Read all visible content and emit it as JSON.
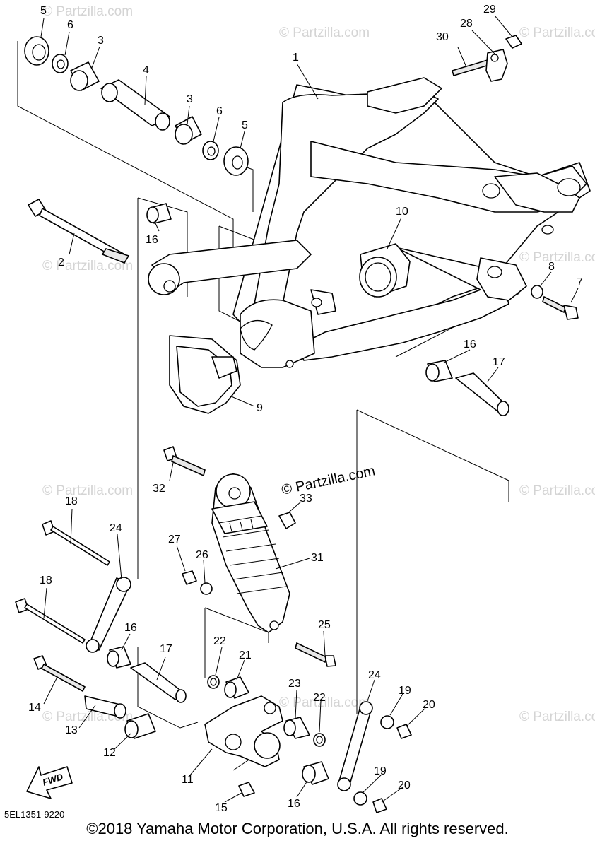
{
  "watermark": "© Partzilla.com",
  "diagram_code": "5EL1351-9220",
  "fwd_label": "FWD",
  "copyright": "©2018 Yamaha Motor Corporation, U.S.A. All rights reserved.",
  "callouts": [
    {
      "id": "5",
      "label": "5"
    },
    {
      "id": "6",
      "label": "6"
    },
    {
      "id": "3",
      "label": "3"
    },
    {
      "id": "4",
      "label": "4"
    },
    {
      "id": "3b",
      "label": "3"
    },
    {
      "id": "6b",
      "label": "6"
    },
    {
      "id": "5b",
      "label": "5"
    },
    {
      "id": "1",
      "label": "1"
    },
    {
      "id": "30",
      "label": "30"
    },
    {
      "id": "28",
      "label": "28"
    },
    {
      "id": "29",
      "label": "29"
    },
    {
      "id": "2",
      "label": "2"
    },
    {
      "id": "16a",
      "label": "16"
    },
    {
      "id": "10",
      "label": "10"
    },
    {
      "id": "8",
      "label": "8"
    },
    {
      "id": "7",
      "label": "7"
    },
    {
      "id": "16b",
      "label": "16"
    },
    {
      "id": "17a",
      "label": "17"
    },
    {
      "id": "9",
      "label": "9"
    },
    {
      "id": "32",
      "label": "32"
    },
    {
      "id": "33",
      "label": "33"
    },
    {
      "id": "18a",
      "label": "18"
    },
    {
      "id": "24a",
      "label": "24"
    },
    {
      "id": "27",
      "label": "27"
    },
    {
      "id": "26",
      "label": "26"
    },
    {
      "id": "31",
      "label": "31"
    },
    {
      "id": "18b",
      "label": "18"
    },
    {
      "id": "25",
      "label": "25"
    },
    {
      "id": "16c",
      "label": "16"
    },
    {
      "id": "22a",
      "label": "22"
    },
    {
      "id": "21",
      "label": "21"
    },
    {
      "id": "17b",
      "label": "17"
    },
    {
      "id": "23",
      "label": "23"
    },
    {
      "id": "22b",
      "label": "22"
    },
    {
      "id": "24b",
      "label": "24"
    },
    {
      "id": "19a",
      "label": "19"
    },
    {
      "id": "20a",
      "label": "20"
    },
    {
      "id": "14",
      "label": "14"
    },
    {
      "id": "13",
      "label": "13"
    },
    {
      "id": "12",
      "label": "12"
    },
    {
      "id": "11",
      "label": "11"
    },
    {
      "id": "19b",
      "label": "19"
    },
    {
      "id": "20b",
      "label": "20"
    },
    {
      "id": "15",
      "label": "15"
    },
    {
      "id": "16d",
      "label": "16"
    }
  ]
}
